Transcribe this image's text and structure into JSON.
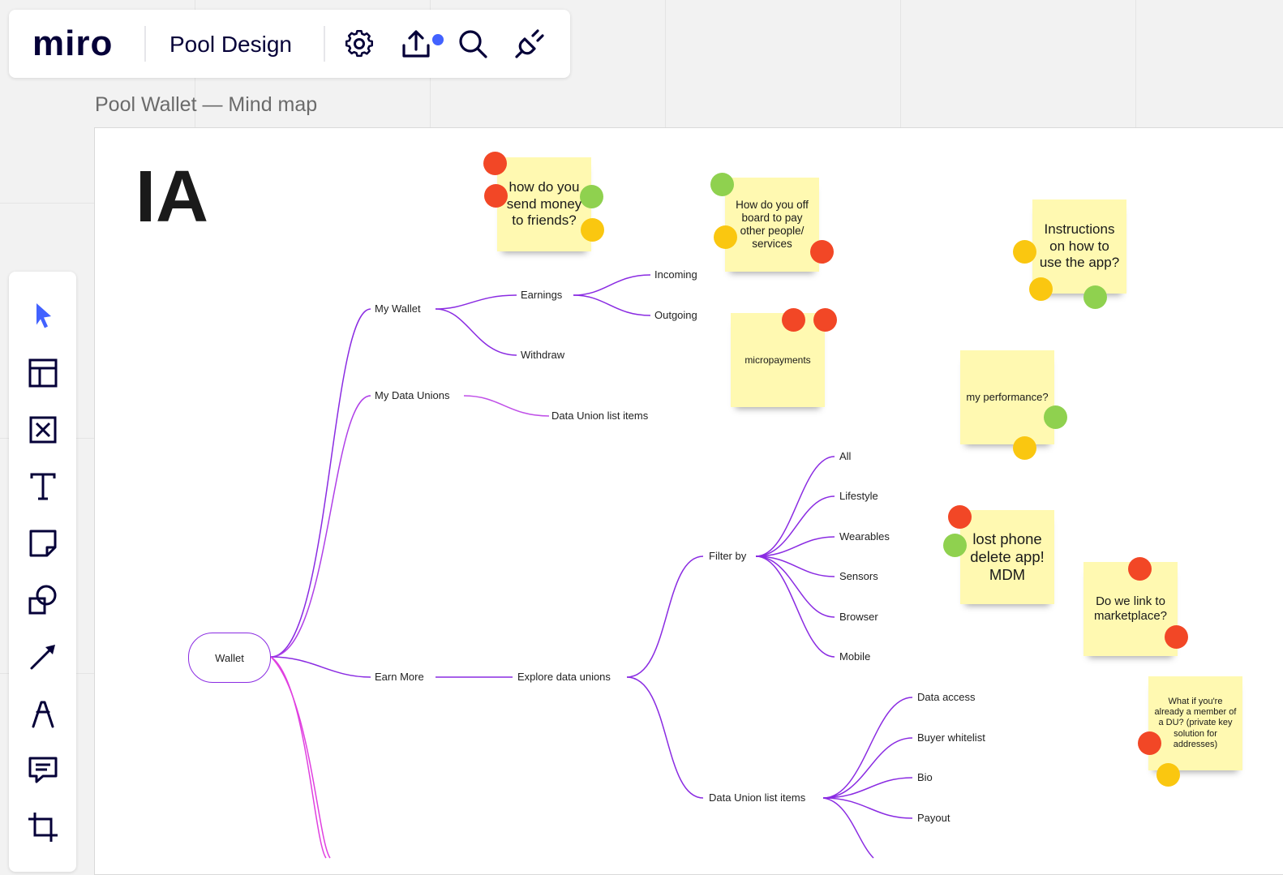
{
  "app": {
    "logo": "miro",
    "board_name": "Pool Design"
  },
  "topbar": {
    "icons": [
      "gear-icon",
      "upload-icon",
      "search-icon",
      "plug-icon"
    ],
    "notify_color": "#4262ff"
  },
  "frame": {
    "title": "Pool Wallet — Mind map",
    "heading": "IA"
  },
  "mindmap": {
    "root": "Wallet",
    "nodes": {
      "my_wallet": "My Wallet",
      "earnings": "Earnings",
      "incoming": "Incoming",
      "outgoing": "Outgoing",
      "withdraw": "Withdraw",
      "my_data_unions": "My Data Unions",
      "du_list_items_1": "Data Union list items",
      "earn_more": "Earn More",
      "explore": "Explore data unions",
      "filter_by": "Filter by",
      "all": "All",
      "lifestyle": "Lifestyle",
      "wearables": "Wearables",
      "sensors": "Sensors",
      "browser": "Browser",
      "mobile": "Mobile",
      "du_list_items_2": "Data Union list items",
      "data_access": "Data access",
      "buyer_whitelist": "Buyer whitelist",
      "bio": "Bio",
      "payout": "Payout"
    },
    "line_color": "#8a2be2"
  },
  "stickies": [
    {
      "text": "how do you send money to friends?"
    },
    {
      "text": "How do you off board to pay other people/ services"
    },
    {
      "text": "Instructions on how to use the app?"
    },
    {
      "text": "micropayments"
    },
    {
      "text": "my performance?"
    },
    {
      "text": "lost phone delete app! MDM"
    },
    {
      "text": "Do we link to marketplace?"
    },
    {
      "text": "What if you're already a member of a DU? (private key solution for addresses)"
    }
  ],
  "colors": {
    "sticky": "#fff9b1",
    "red": "#f24726",
    "green": "#8fd14f",
    "yellow": "#fac710",
    "accent": "#4262ff"
  },
  "toolbar": {
    "tools": [
      "select-icon",
      "templates-icon",
      "frames-icon",
      "text-icon",
      "sticky-note-icon",
      "shapes-icon",
      "arrow-icon",
      "pen-icon",
      "comment-icon",
      "crop-icon"
    ]
  }
}
